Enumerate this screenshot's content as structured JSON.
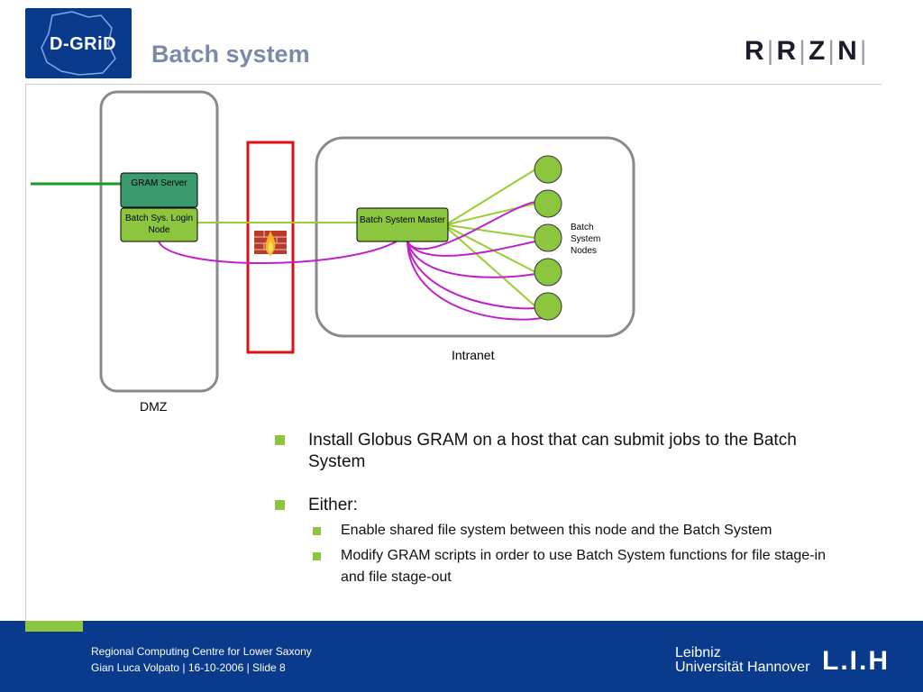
{
  "header": {
    "logo_text": "D-GRiD",
    "title": "Batch system",
    "brand": [
      "R",
      "R",
      "Z",
      "N"
    ]
  },
  "diagram": {
    "gram_server": "GRAM Server",
    "login_node": "Batch Sys. Login Node",
    "batch_master": "Batch System Master",
    "nodes_label": [
      "Batch",
      "System",
      "Nodes"
    ],
    "intranet_label": "Intranet",
    "dmz_label": "DMZ",
    "colors": {
      "server_fill": "#3a9a6e",
      "node_fill": "#8cc63f",
      "purple_link": "#c020c8",
      "green_link": "#9acd32",
      "external_link": "#1a9a2a",
      "firewall_border": "#dd1111"
    }
  },
  "bullets": [
    {
      "level": 1,
      "text": "Install Globus GRAM on a host that can submit jobs to the Batch System"
    },
    {
      "level": 1,
      "text": "Either:"
    },
    {
      "level": 2,
      "text": "Enable shared file system between this node and the Batch System"
    },
    {
      "level": 2,
      "text": "Modify GRAM scripts in order to use Batch System functions for file stage-in and file stage-out"
    }
  ],
  "footer": {
    "line1": "Regional Computing Centre for Lower Saxony",
    "line2": "Gian Luca Volpato  |  16-10-2006  |  Slide 8",
    "uni_word1": "Leibniz",
    "uni_word2": "Universität Hannover",
    "uni_mark": "L.I.H"
  }
}
